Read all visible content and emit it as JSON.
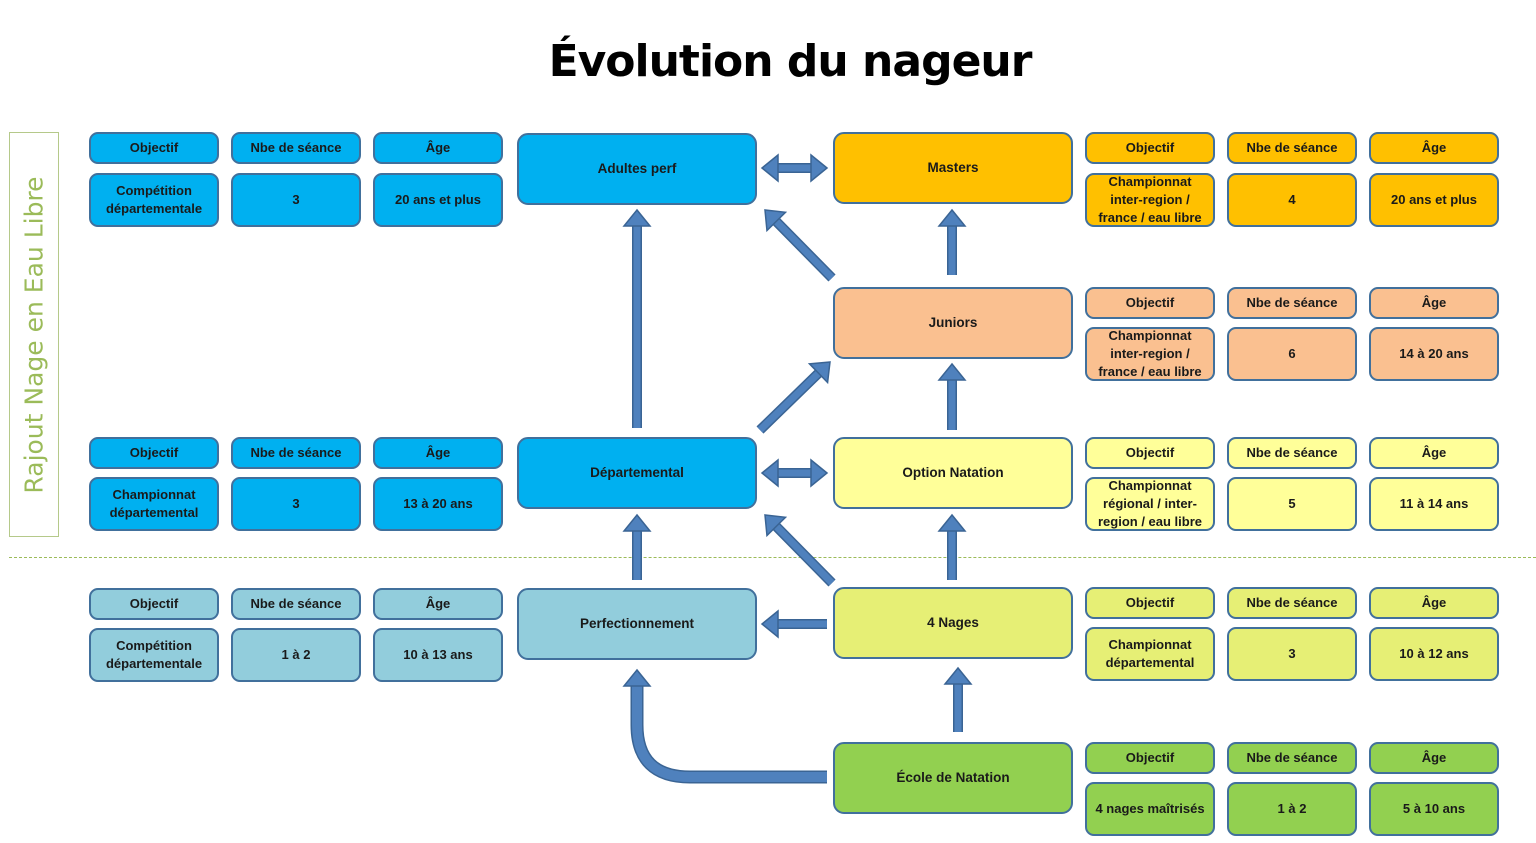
{
  "title": "Évolution du nageur",
  "side_label": "Rajout Nage en Eau Libre",
  "headers": {
    "objectif": "Objectif",
    "seances": "Nbe de séance",
    "age": "Âge"
  },
  "colors": {
    "blue": "#00b0f0",
    "light_blue": "#92cddc",
    "orange": "#ffc000",
    "peach": "#fac090",
    "pale_yellow": "#ffff99",
    "yellow_green": "#e6ef75",
    "green": "#92d050",
    "arrow": "#4f81bd",
    "side": "#9bbb59"
  },
  "levels": [
    {
      "name": "Adultes perf",
      "color": "#00b0f0",
      "objectif": "Compétition départementale",
      "seances": "3",
      "age": "20 ans et plus"
    },
    {
      "name": "Masters",
      "color": "#ffc000",
      "objectif": "Championnat inter-region / france / eau libre",
      "seances": "4",
      "age": "20 ans et plus"
    },
    {
      "name": "Juniors",
      "color": "#fac090",
      "objectif": "Championnat inter-region / france / eau libre",
      "seances": "6",
      "age": "14 à 20 ans"
    },
    {
      "name": "Départemental",
      "color": "#00b0f0",
      "objectif": "Championnat départemental",
      "seances": "3",
      "age": "13 à 20 ans"
    },
    {
      "name": "Option Natation",
      "color": "#ffff99",
      "objectif": "Championnat régional / inter-region / eau libre",
      "seances": "5",
      "age": "11 à 14 ans"
    },
    {
      "name": "Perfectionnement",
      "color": "#92cddc",
      "objectif": "Compétition départementale",
      "seances": "1 à 2",
      "age": "10 à 13 ans"
    },
    {
      "name": "4 Nages",
      "color": "#e6ef75",
      "objectif": "Championnat départemental",
      "seances": "3",
      "age": "10 à 12 ans"
    },
    {
      "name": "École de Natation",
      "color": "#92d050",
      "objectif": "4 nages maîtrisés",
      "seances": "1 à 2",
      "age": "5 à 10 ans"
    }
  ]
}
